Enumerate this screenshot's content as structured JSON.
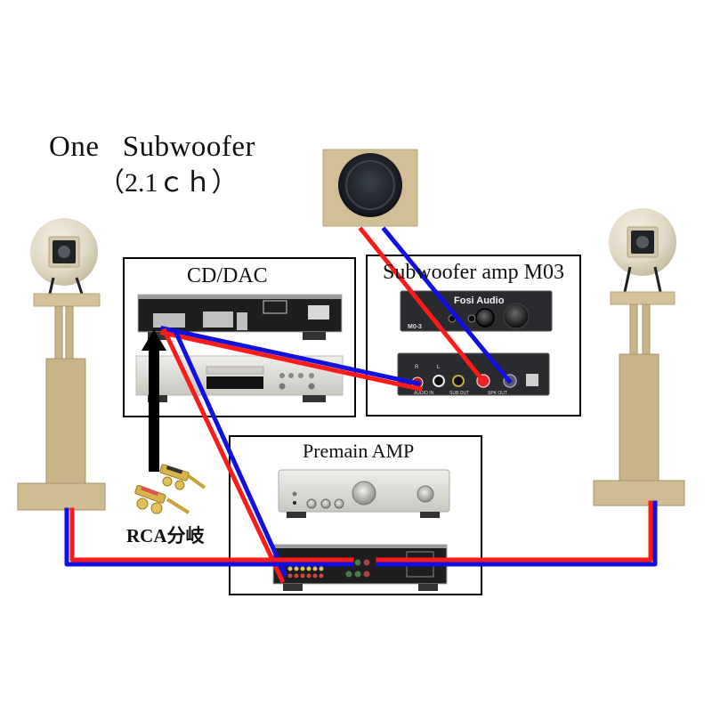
{
  "title": {
    "main": "One   Subwoofer",
    "sub": "（2.1ｃｈ）"
  },
  "boxes": {
    "cd_dac": {
      "label": "CD/DAC"
    },
    "subwoofer_amp": {
      "label": "Subwoofer amp M03",
      "brand": "Fosi Audio",
      "model": "M0-3",
      "rear_labels": [
        "AUDIO IN",
        "SUB OUT",
        "SPK OUT"
      ],
      "input_marks": [
        "R",
        "L"
      ]
    },
    "premain_amp": {
      "label": "Premain AMP"
    }
  },
  "rca_splitter": {
    "label": "RCA分岐"
  },
  "colors": {
    "wire_red": "#ff1a1a",
    "wire_blue": "#1010e0",
    "arrow": "#000000",
    "wood": "#c9b48a",
    "wood_dark": "#a8946a",
    "device_silver": "#d8d6d0",
    "device_black": "#1c1c1c",
    "box_border": "#000000"
  }
}
